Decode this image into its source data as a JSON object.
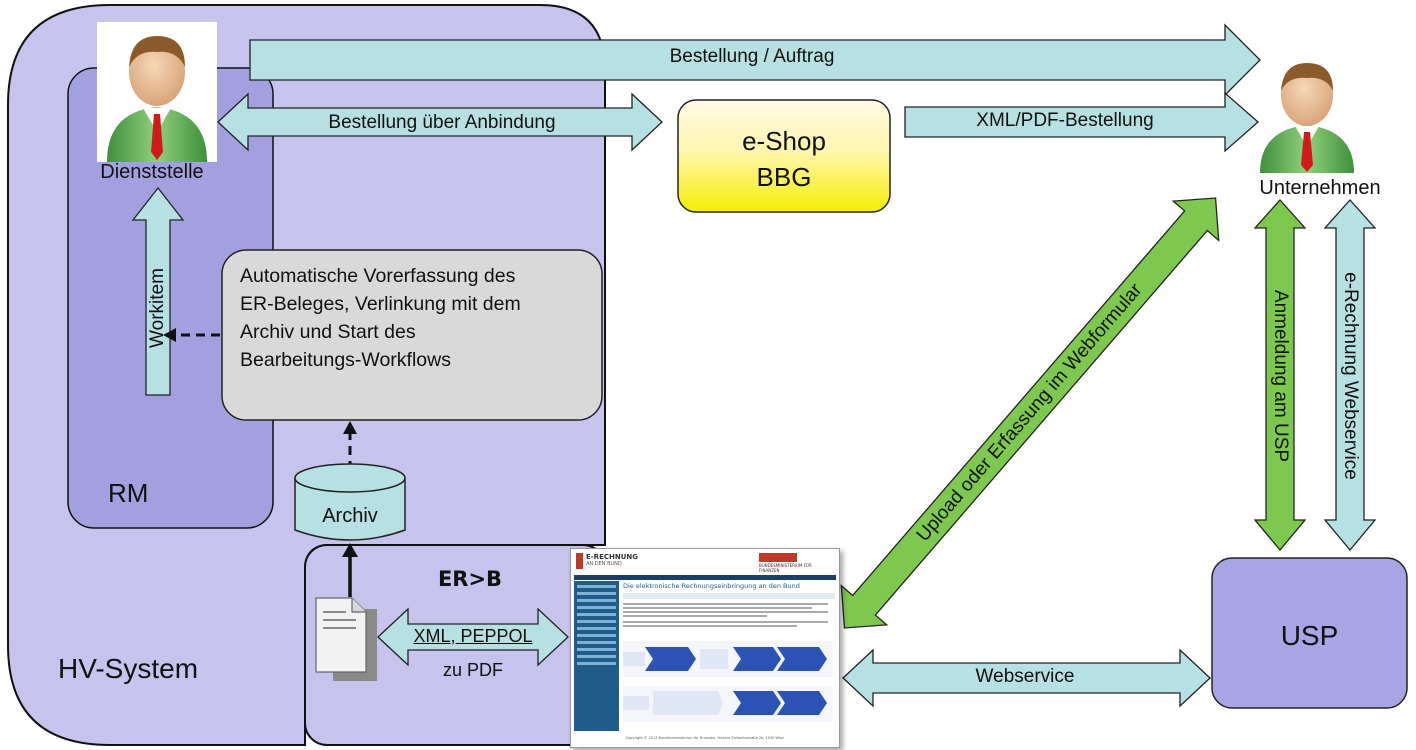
{
  "labels": {
    "dienststelle": "Dienststelle",
    "unternehmen": "Unternehmen",
    "rm": "RM",
    "hv_system": "HV-System",
    "archiv": "Archiv",
    "usp": "USP",
    "eshop_line1": "e-Shop",
    "eshop_line2": "BBG",
    "erb": "ER>B"
  },
  "arrows": {
    "bestellung_auftrag": "Bestellung / Auftrag",
    "bestellung_anbindung": "Bestellung über Anbindung",
    "xml_pdf_bestellung": "XML/PDF-Bestellung",
    "workitem": "Workitem",
    "upload": "Upload oder  Erfassung im Webformular",
    "anmeldung_usp": "Anmeldung am USP",
    "erechnung_webservice": "e-Rechnung Webservice",
    "webservice": "Webservice",
    "xml_peppol": "XML, PEPPOL",
    "zu_pdf": "zu PDF"
  },
  "process_box": {
    "lines": [
      "Automatische Vorerfassung  des",
      "ER-Beleges, Verlinkung mit dem",
      "Archiv und Start des",
      "Bearbeitungs-Workflows"
    ]
  },
  "screenshot": {
    "logo_title": "E-RECHNUNG",
    "logo_subtitle": "AN DEN BUND",
    "ministry": "BUNDESMINISTERIUM FÜR FINANZEN",
    "heading": "Die elektronische Rechnungseinbringung an den Bund",
    "footer": "Copyright © 2013 Bundesministerium für Finanzen, Hintere Zollamtsstraße 2b, 1030 Wien"
  },
  "colors": {
    "hv_fill": "#c6c3ec",
    "rm_fill": "#a3a0df",
    "arrow_fill": "#b7e0e3",
    "green_arrow": "#7ec850",
    "shop_top": "#fff3bf",
    "shop_bottom": "#f6f200",
    "usp_fill": "#a7a5e4"
  }
}
